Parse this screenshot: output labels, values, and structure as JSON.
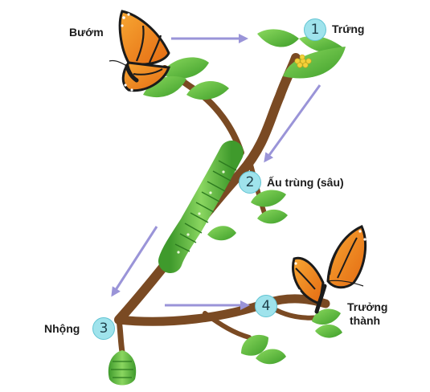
{
  "labels": {
    "butterfly": "Bướm",
    "egg": "Trứng",
    "larva": "Ấu trùng (sâu)",
    "pupa": "Nhộng",
    "adult_line1": "Trưởng",
    "adult_line2": "thành"
  },
  "steps": [
    "1",
    "2",
    "3",
    "4"
  ],
  "colors": {
    "branch": "#7a4a23",
    "leaf": "#5cbf3f",
    "leaf_dark": "#3f9a2c",
    "arrow": "#9a94d8",
    "badge_fill": "#9fe3ec",
    "wing_orange": "#f08a1c",
    "wing_black": "#1b1b1b",
    "egg": "#f3d13a"
  }
}
